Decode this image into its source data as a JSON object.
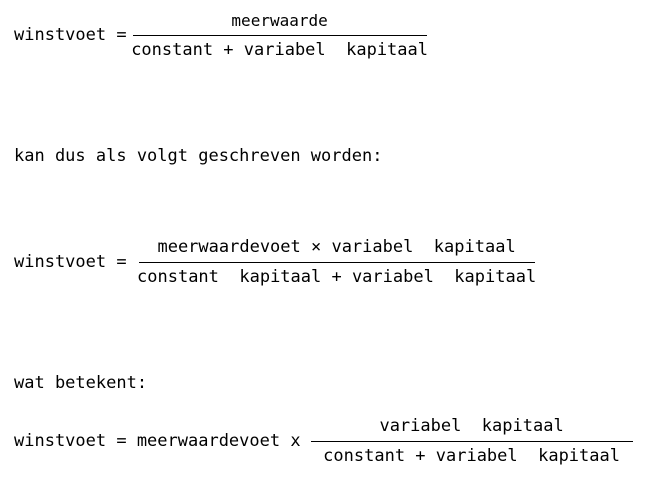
{
  "document": {
    "language": "nl",
    "background_color": "#ffffff",
    "text_color": "#000000"
  },
  "formula_1": {
    "lhs": "winstvoet =",
    "numerator": "meerwaarde",
    "denominator": "constant + variabel  kapitaal"
  },
  "prose_1": {
    "text": "kan dus als volgt geschreven worden:"
  },
  "formula_2": {
    "lhs": "winstvoet =",
    "numerator": "meerwaardevoet × variabel  kapitaal",
    "denominator": "constant  kapitaal + variabel  kapitaal"
  },
  "prose_2": {
    "text": "wat betekent:"
  },
  "formula_3": {
    "lhs": "winstvoet = meerwaardevoet x",
    "numerator": "variabel  kapitaal",
    "denominator": "constant + variabel  kapitaal"
  }
}
